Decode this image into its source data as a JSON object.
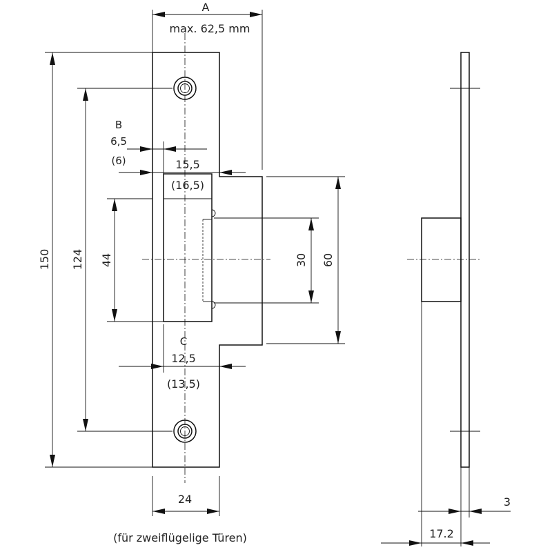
{
  "dimensions": {
    "a_letter": "A",
    "a_value": "max. 62,5 mm",
    "b_letter": "B",
    "b_value": "6,5",
    "b_value_alt": "(6)",
    "top_opening": "15,5",
    "top_opening_alt": "(16,5)",
    "c_letter": "C",
    "c_value": "12,5",
    "c_value_alt": "(13,5)",
    "total_height": "150",
    "hole_spacing": "124",
    "opening_height": "44",
    "latch_height": "30",
    "lip_height": "60",
    "plate_width": "24",
    "thickness": "3",
    "side_depth": "17.2"
  },
  "caption": "(für zweiflügelige Türen)"
}
